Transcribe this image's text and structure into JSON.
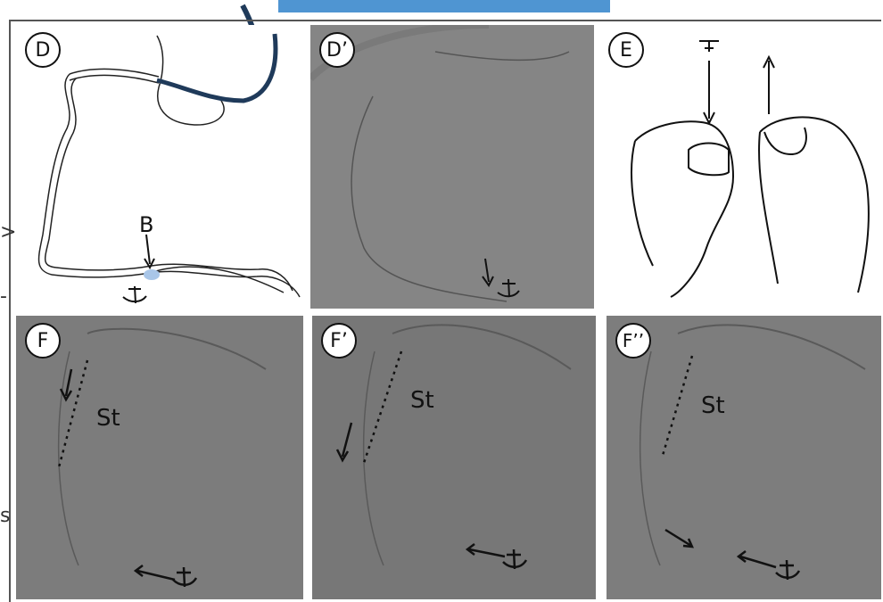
{
  "panels": {
    "D": {
      "label": "D",
      "vessel_label": "B"
    },
    "D_prime": {
      "label": "D’"
    },
    "E": {
      "label": "E"
    },
    "F": {
      "label": "F",
      "st_label": "St"
    },
    "F_prime": {
      "label": "F’",
      "st_label": "St"
    },
    "F_double_prime": {
      "label": "F’’",
      "st_label": "St"
    }
  },
  "edge_marks": [
    ">",
    "-",
    "s"
  ],
  "colors": {
    "banner": "#4f95d2",
    "catheter": "#1f3a5a",
    "balloon": "#a9c6e8",
    "xray": "#7f7f7f"
  },
  "icons": [
    "anchor-icon",
    "arrow-icon",
    "catheter-curve",
    "thumb-push-icon"
  ]
}
